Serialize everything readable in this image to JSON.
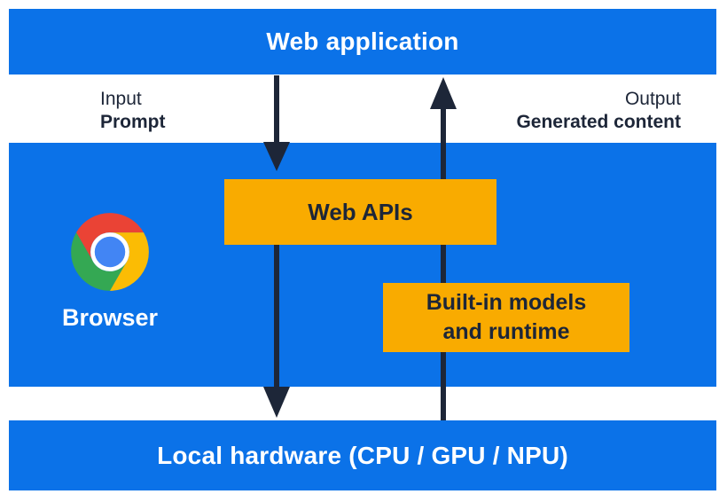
{
  "layers": {
    "web_application": {
      "label": "Web application"
    },
    "browser": {
      "label": "Browser",
      "web_apis_label": "Web APIs",
      "built_in_models_lines": [
        "Built-in models",
        "and runtime"
      ]
    },
    "local_hardware": {
      "label": "Local hardware (CPU / GPU / NPU)"
    }
  },
  "io": {
    "input": {
      "title": "Input",
      "value": "Prompt"
    },
    "output": {
      "title": "Output",
      "value": "Generated content"
    }
  },
  "icons": {
    "chrome_logo": "chrome-browser-icon"
  },
  "colors": {
    "layer_blue": "#0B72E8",
    "box_yellow": "#F9AB00",
    "ink": "#1D2638",
    "text_on_blue": "#FFFFFF",
    "chrome_red": "#EA4335",
    "chrome_yellow": "#FBBC04",
    "chrome_green": "#34A853",
    "chrome_blue": "#4285F4",
    "chrome_ring": "#FFFFFF"
  }
}
